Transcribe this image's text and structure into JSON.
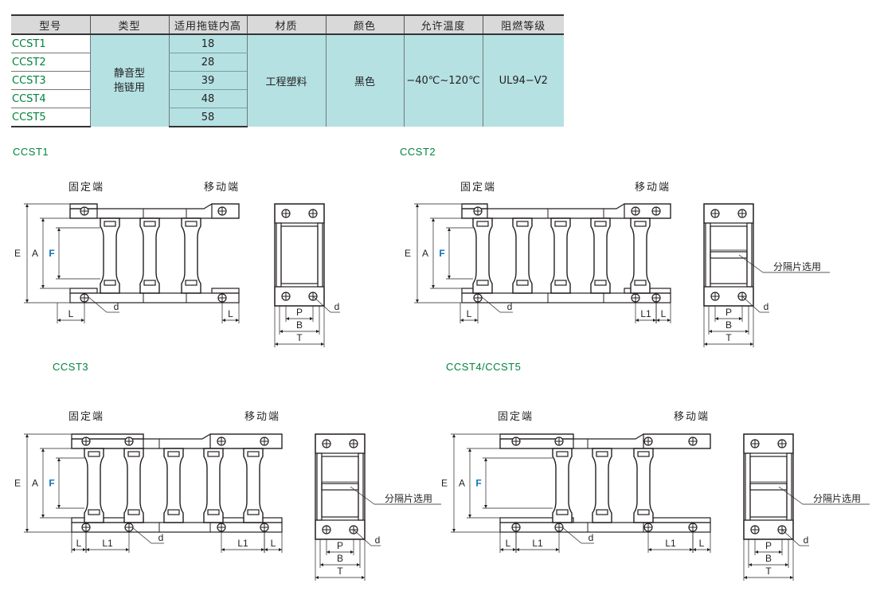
{
  "table": {
    "headers": [
      "型号",
      "类型",
      "适用拖链内高",
      "材质",
      "颜色",
      "允许温度",
      "阻燃等级"
    ],
    "models": [
      "CCST1",
      "CCST2",
      "CCST3",
      "CCST4",
      "CCST5"
    ],
    "type": [
      "静音型",
      "拖链用"
    ],
    "heights": [
      "18",
      "28",
      "39",
      "48",
      "58"
    ],
    "material": "工程塑料",
    "color": "黑色",
    "temperature": "−40℃~120℃",
    "flame_rating": "UL94−V2"
  },
  "figures": {
    "ccst1": {
      "title": "CCST1",
      "fixed_end": "固定端",
      "moving_end": "移动端"
    },
    "ccst2": {
      "title": "CCST2",
      "fixed_end": "固定端",
      "moving_end": "移动端",
      "divider_note": "分隔片选用"
    },
    "ccst3": {
      "title": "CCST3",
      "fixed_end": "固定端",
      "moving_end": "移动端",
      "divider_note": "分隔片选用"
    },
    "ccst45": {
      "title": "CCST4/CCST5",
      "fixed_end": "固定端",
      "moving_end": "移动端",
      "divider_note": "分隔片选用"
    }
  },
  "dims": {
    "E": "E",
    "A": "A",
    "F": "F",
    "L": "L",
    "L1": "L1",
    "d": "d",
    "P": "P",
    "B": "B",
    "T": "T"
  },
  "colors": {
    "table_fill": "#b5e1e3",
    "header_fill": "#d9d9d9",
    "model_text": "#00843d",
    "f_dimension": "#0b74b8"
  }
}
